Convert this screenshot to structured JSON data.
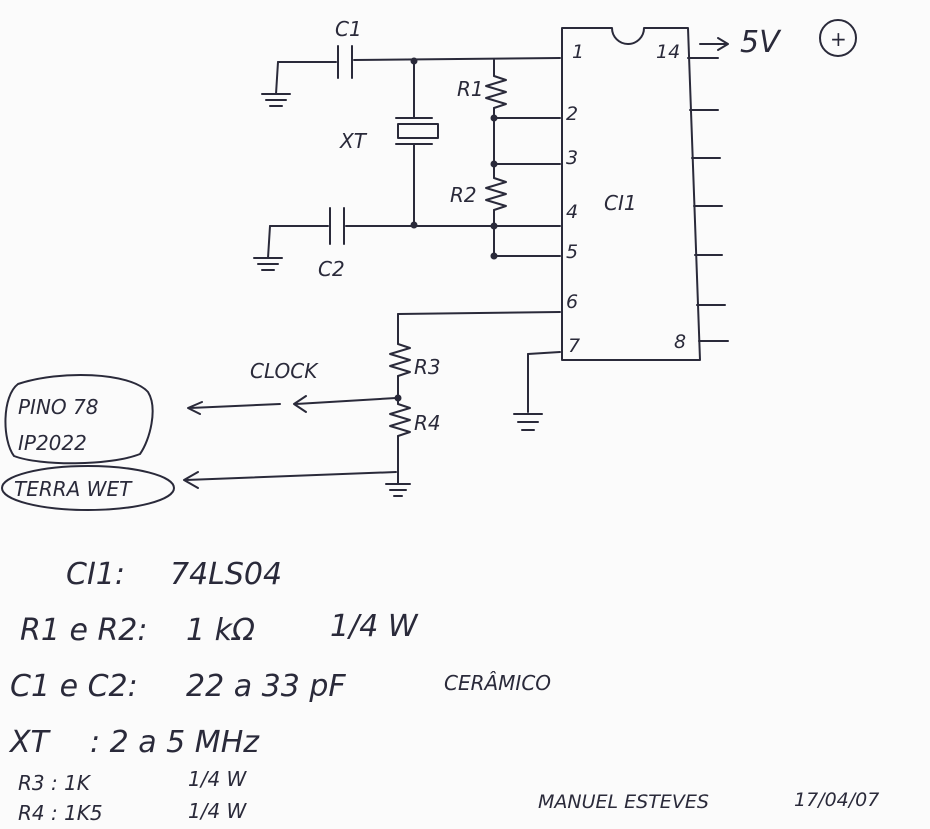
{
  "components": {
    "c1": "C1",
    "c2": "C2",
    "xt": "XT",
    "r1": "R1",
    "r2": "R2",
    "r3": "R3",
    "r4": "R4",
    "ic": "CI1"
  },
  "supply": {
    "label": "5V",
    "symbol": "+"
  },
  "pins": [
    "1",
    "14",
    "2",
    "3",
    "4",
    "5",
    "6",
    "7",
    "8"
  ],
  "clock_label": "CLOCK",
  "connectors": {
    "pino_line1": "PINO 78",
    "pino_line2": "IP2022",
    "terra": "TERRA WET"
  },
  "parts_list": [
    {
      "label": "CI1:",
      "value": "74LS04",
      "note": ""
    },
    {
      "label": "R1 e R2:",
      "value": "1 kΩ",
      "note": "1/4 W"
    },
    {
      "label": "C1 e C2:",
      "value": "22 a 33 pF",
      "note": "CERÂMICO"
    },
    {
      "label": "XT",
      "value": ":  2 a 5 MHz",
      "note": ""
    },
    {
      "label": "R3 : 1K",
      "value": "1/4 W",
      "note": ""
    },
    {
      "label": "R4 : 1K5",
      "value": "1/4 W",
      "note": ""
    }
  ],
  "signature": {
    "author": "MANUEL ESTEVES",
    "date": "17/04/07"
  }
}
